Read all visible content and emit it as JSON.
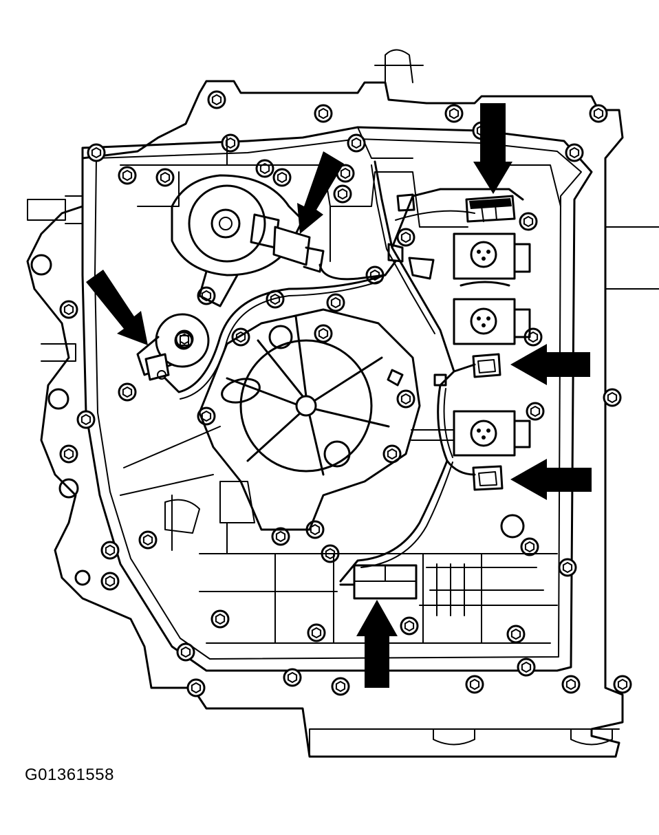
{
  "figure": {
    "id_label": "G01361558",
    "subject": "transmission-valve-body-solenoid-connectors",
    "arrow_count": 6,
    "colors": {
      "ink": "#000000",
      "paper": "#ffffff"
    }
  }
}
